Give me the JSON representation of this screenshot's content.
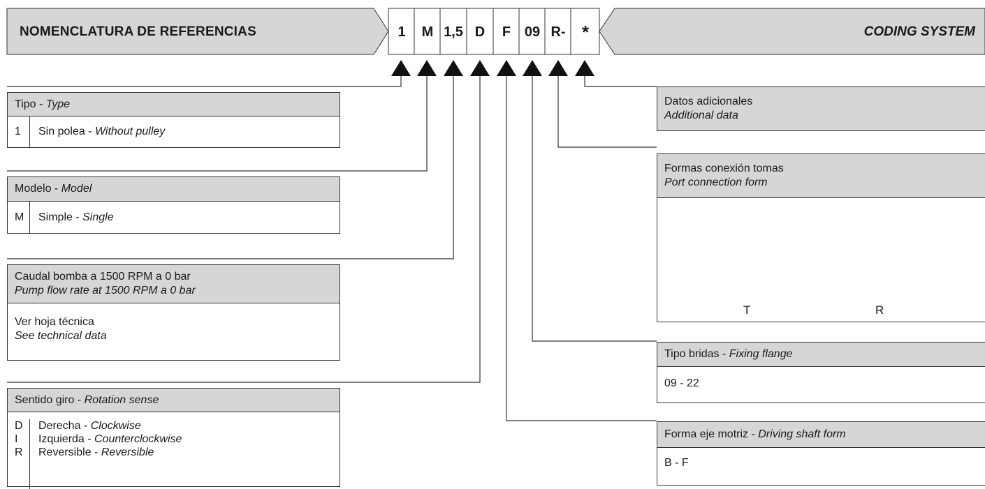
{
  "header": {
    "left_title": "NOMENCLATURA DE REFERENCIAS",
    "right_title": "CODING SYSTEM",
    "codes": [
      "1",
      "M",
      "1,5",
      "D",
      "F",
      "09",
      "R-",
      "*"
    ]
  },
  "boxes": {
    "tipo": {
      "title": "Tipo",
      "title_en": "Type",
      "rows": [
        {
          "code": "1",
          "es": "Sin polea",
          "en": "Without pulley"
        }
      ]
    },
    "modelo": {
      "title": "Modelo",
      "title_en": "Model",
      "rows": [
        {
          "code": "M",
          "es": "Simple",
          "en": "Single"
        }
      ]
    },
    "caudal": {
      "title": "Caudal bomba a 1500 RPM a 0 bar",
      "title_en": "Pump flow rate at 1500 RPM a 0 bar",
      "body": "Ver hoja técnica",
      "body_en": "See technical data"
    },
    "sentido": {
      "title": "Sentido giro",
      "title_en": "Rotation sense",
      "rows": [
        {
          "code": "D",
          "es": "Derecha",
          "en": "Clockwise"
        },
        {
          "code": "I",
          "es": "Izquierda",
          "en": "Counterclockwise"
        },
        {
          "code": "R",
          "es": "Reversible",
          "en": "Reversible"
        }
      ]
    },
    "datos": {
      "title": "Datos adicionales",
      "title_en": "Additional data"
    },
    "formas": {
      "title": "Formas conexión tomas",
      "title_en": "Port connection form",
      "label_t": "T",
      "label_r": "R"
    },
    "bridas": {
      "title": "Tipo bridas",
      "title_en": "Fixing flange",
      "body": "09 - 22"
    },
    "eje": {
      "title": "Forma eje motriz",
      "title_en": "Driving shaft form",
      "body": "B - F"
    }
  },
  "separator": " - "
}
